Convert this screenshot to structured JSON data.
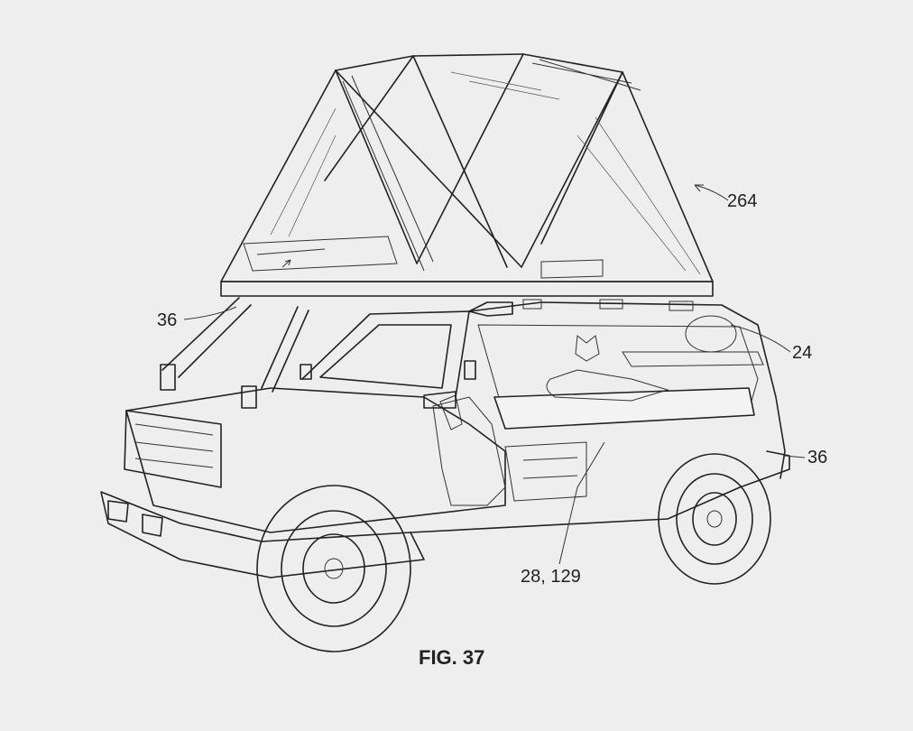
{
  "figure_label": "FIG. 37",
  "reference_numerals": {
    "tent": "264",
    "tent_floor": "36",
    "cargo_area": "24",
    "body_side": "36",
    "storage": "28, 129"
  },
  "icons": [
    "leader-arrow-icon"
  ]
}
